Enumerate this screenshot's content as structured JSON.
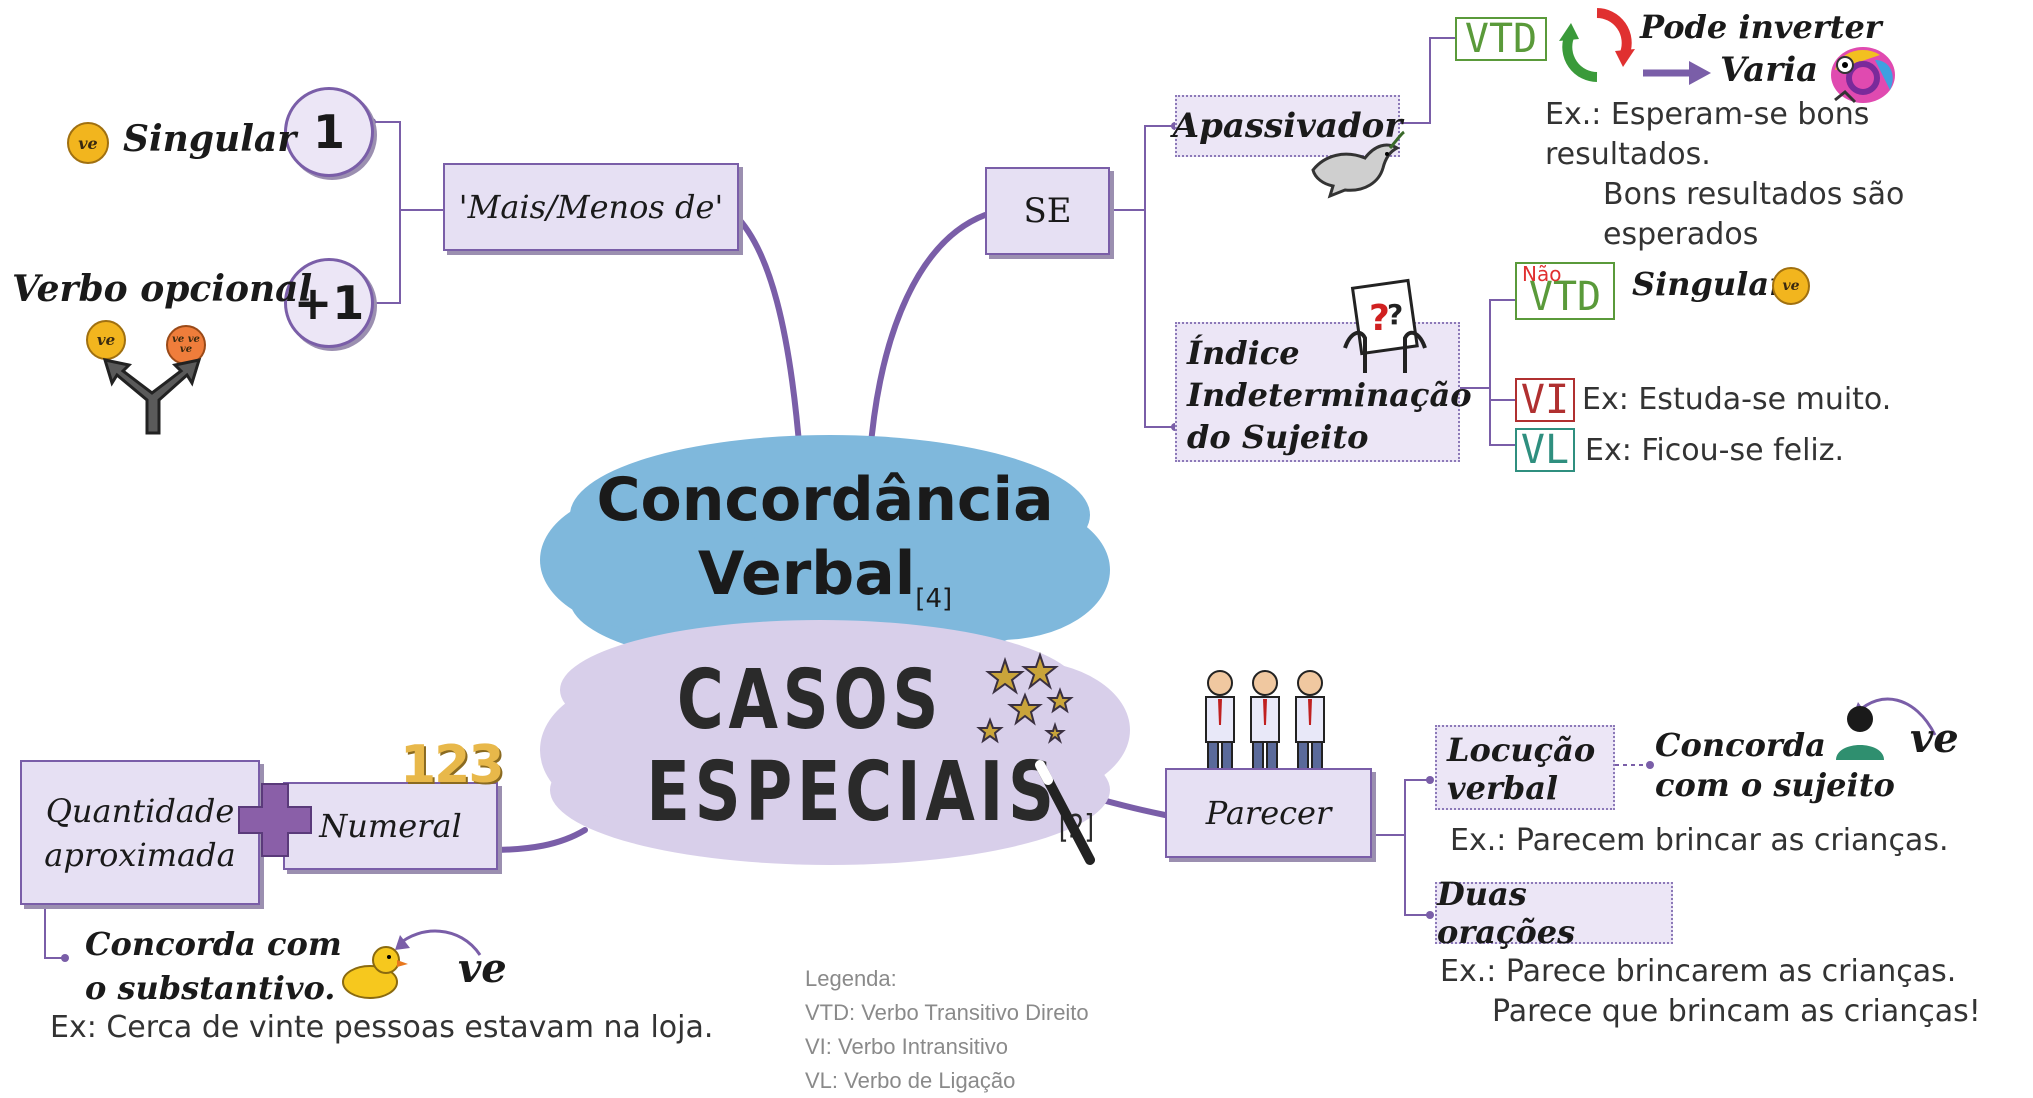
{
  "center": {
    "title_line1": "Concordância",
    "title_line2": "Verbal",
    "title_ref": "[4]",
    "subtitle_line1": "CASOS",
    "subtitle_line2": "ESPECIAIS",
    "subtitle_ref": "[2]"
  },
  "mais_menos": {
    "label": "'Mais/Menos de'",
    "one": "1",
    "one_result": "Singular",
    "plus_one": "+1",
    "plus_one_result": "Verbo opcional",
    "coin_singular": "ve",
    "coin_plural": "ve ve ve"
  },
  "se": {
    "label": "SE",
    "apassivador": {
      "label": "Apassivador",
      "tag": "VTD",
      "can_invert": "Pode inverter",
      "varies": "Varia",
      "example_line1": "Ex.: Esperam-se bons resultados.",
      "example_line2": "Bons resultados são esperados"
    },
    "indice": {
      "label_line1": "Índice",
      "label_line2": "Indeterminação",
      "label_line3": "do Sujeito",
      "nao_vtd_small": "Não",
      "nao_vtd_tag": "VTD",
      "nao_vtd_result": "Singular",
      "vi_tag": "VI",
      "vi_example": "Ex: Estuda-se muito.",
      "vl_tag": "VL",
      "vl_example": "Ex: Ficou-se feliz."
    }
  },
  "numeral": {
    "label": "Numeral",
    "numbers": "123",
    "quantidade_line1": "Quantidade",
    "quantidade_line2": "aproximada",
    "result_line1": "Concorda com",
    "result_line2": "o substantivo.",
    "example": "Ex: Cerca de vinte pessoas estavam na loja.",
    "coin": "ve"
  },
  "parecer": {
    "label": "Parecer",
    "locucao_line1": "Locução",
    "locucao_line2": "verbal",
    "locucao_result_line1": "Concorda",
    "locucao_result_line2": "com o sujeito",
    "locucao_example": "Ex.: Parecem brincar as crianças.",
    "duas": "Duas orações",
    "duas_example_line1": "Ex.: Parece brincarem as crianças.",
    "duas_example_line2": "Parece que brincam as crianças!",
    "coin": "ve"
  },
  "legend": {
    "title": "Legenda:",
    "vtd": "VTD: Verbo Transitivo Direito",
    "vi": "VI: Verbo Intransitivo",
    "vl": "VL: Verbo de Ligação"
  },
  "colors": {
    "purple": "#7a5ea8",
    "box_fill": "#e6e0f3",
    "cloud_blue": "#7fb8dc",
    "cloud_lilac": "#d8cfea",
    "vtd_green": "#5a9a3a",
    "vi_red": "#b03030",
    "vl_teal": "#2f8f7f",
    "coin_yellow": "#f2b51e",
    "coin_orange": "#ef7d3b"
  }
}
